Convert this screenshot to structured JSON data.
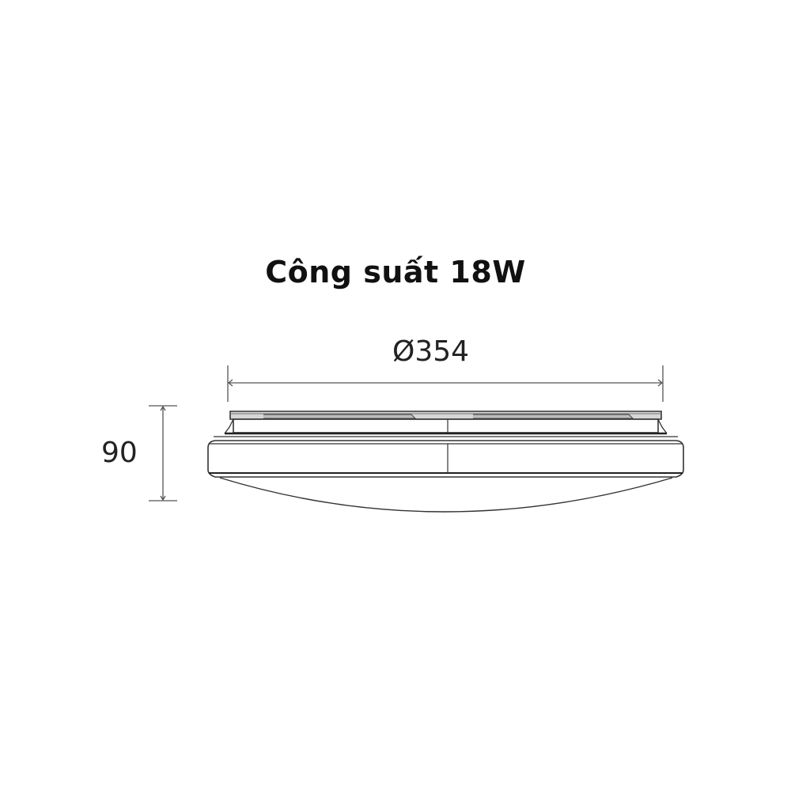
{
  "title": "Công suất 18W",
  "dimensions": {
    "diameter_label": "Ø354",
    "height_label": "90"
  },
  "colors": {
    "line": "#333333",
    "dim_line": "#555555",
    "text": "#111111"
  }
}
